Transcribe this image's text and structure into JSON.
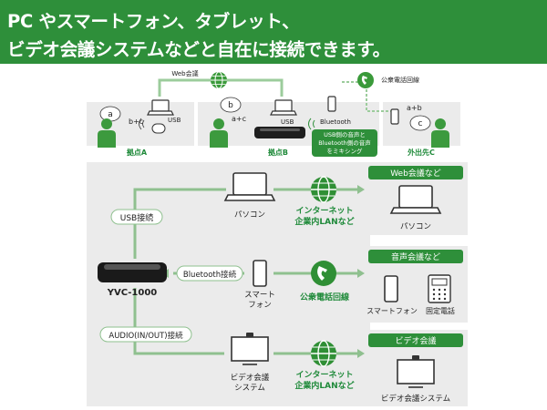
{
  "banner": {
    "line1": "PC やスマートフォン、タブレット、",
    "line2": "ビデオ会議システムなどと自在に接続できます。"
  },
  "top": {
    "web_conference": "Web会議",
    "public_line": "公衆電話回線",
    "site_a": "拠点A",
    "site_b": "拠点B",
    "site_c": "外出先C",
    "bubble_a": "a",
    "bubble_b": "b",
    "bubble_c": "c",
    "heard_a": "b+c",
    "heard_b": "a+c",
    "heard_c": "a+b",
    "usb": "USB",
    "bluetooth": "Bluetooth",
    "mixing_note": [
      "USB側の音声と",
      "Bluetooth側の音声",
      "をミキシング"
    ]
  },
  "bottom": {
    "device_name": "YVC-1000",
    "usb_connection": "USB接続",
    "bluetooth_connection": "Bluetooth接続",
    "audio_connection": "AUDIO(IN/OUT)接続",
    "pc": "パソコン",
    "smartphone": [
      "スマート",
      "フォン"
    ],
    "video_system": [
      "ビデオ会議",
      "システム"
    ],
    "internet_lan": [
      "インターネット",
      "企業内LANなど"
    ],
    "public_line": "公衆電話回線",
    "box_web": "Web会議など",
    "box_audio": "音声会議など",
    "box_video": "ビデオ会議",
    "right_pc": "パソコン",
    "right_smartphone": "スマートフォン",
    "right_fixed_phone": "固定電話",
    "right_video_system": "ビデオ会議システム"
  },
  "colors": {
    "green": "#2e8f3a",
    "light_green": "#8fc08f",
    "panel_gray": "#ebebeb"
  }
}
